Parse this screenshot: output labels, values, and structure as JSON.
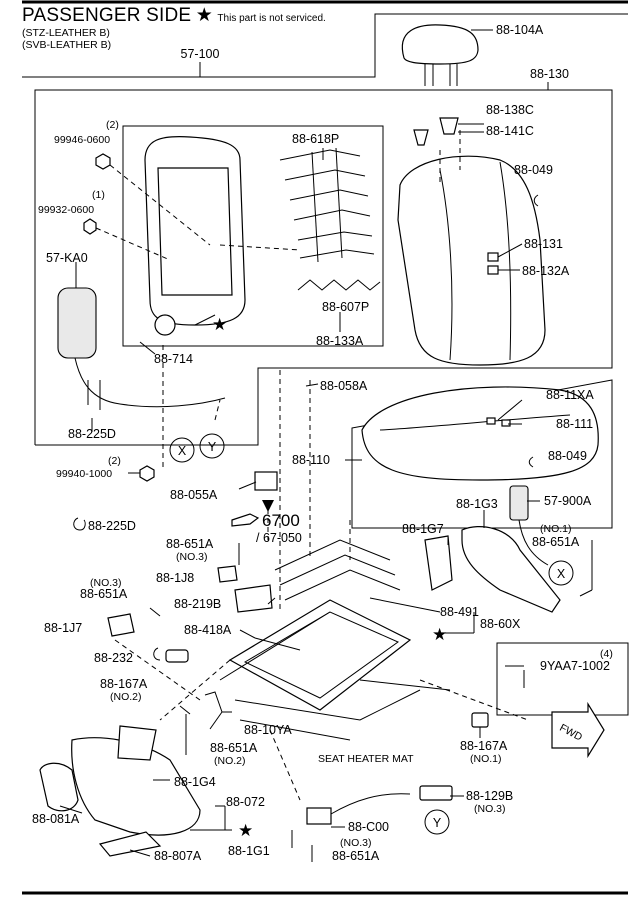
{
  "header": {
    "title": "PASSENGER SIDE",
    "star": "★",
    "note": "This part is not serviced.",
    "sub1": "(STZ-LEATHER B)",
    "sub2": "(SVB-LEATHER B)"
  },
  "labels": {
    "l57_100": "57-100",
    "l88_104A": "88-104A",
    "l88_130": "88-130",
    "l88_138C": "88-138C",
    "l88_141C": "88-141C",
    "l88_049a": "88-049",
    "l88_131": "88-131",
    "l88_132A": "88-132A",
    "q2a": "(2)",
    "l99946": "99946-0600",
    "q1": "(1)",
    "l99932": "99932-0600",
    "l57_KA0": "57-KA0",
    "l88_618P": "88-618P",
    "l88_607P": "88-607P",
    "l88_133A": "88-133A",
    "l88_714": "88-714",
    "l88_058A": "88-058A",
    "l88_11XA": "88-11XA",
    "l88_111": "88-111",
    "l88_110": "88-110",
    "l88_049b": "88-049",
    "l88_225Da": "88-225D",
    "q2b": "(2)",
    "l99940": "99940-1000",
    "circX": "X",
    "circY": "Y",
    "l88_055A": "88-055A",
    "l88_225Db": "88-225D",
    "l6700": "6700",
    "l67_050": "/ 67-050",
    "l88_651A_1": "88-651A",
    "no3a": "(NO.3)",
    "l88_1J8": "88-1J8",
    "no3b": "(NO.3)",
    "l88_651A_2": "88-651A",
    "l88_219B": "88-219B",
    "l88_1J7": "88-1J7",
    "l88_418A": "88-418A",
    "l88_232": "88-232",
    "l88_167A_1": "88-167A",
    "no2a": "(NO.2)",
    "l88_1G7": "88-1G7",
    "l88_1G3": "88-1G3",
    "l57_900A": "57-900A",
    "no1a": "(NO.1)",
    "l88_651A_3": "88-651A",
    "circX2": "X",
    "l88_491": "88-491",
    "l88_60X": "88-60X",
    "q4": "(4)",
    "l9YAA7": "9YAA7-1002",
    "l88_651A_4": "88-651A",
    "no2b": "(NO.2)",
    "l88_10YA": "88-10YA",
    "fwd": "FWD",
    "l88_167A_2": "88-167A",
    "no1b": "(NO.1)",
    "seatHeater": "SEAT HEATER MAT",
    "l88_1G4": "88-1G4",
    "l88_072": "88-072",
    "l88_129B": "88-129B",
    "no3c": "(NO.3)",
    "circY2": "Y",
    "l88_081A": "88-081A",
    "l88_1G1": "88-1G1",
    "l88_C00": "88-C00",
    "no3d": "(NO.3)",
    "l88_651A_5": "88-651A",
    "l88_807A": "88-807A",
    "star1": "★",
    "star2": "★",
    "star3": "★"
  }
}
